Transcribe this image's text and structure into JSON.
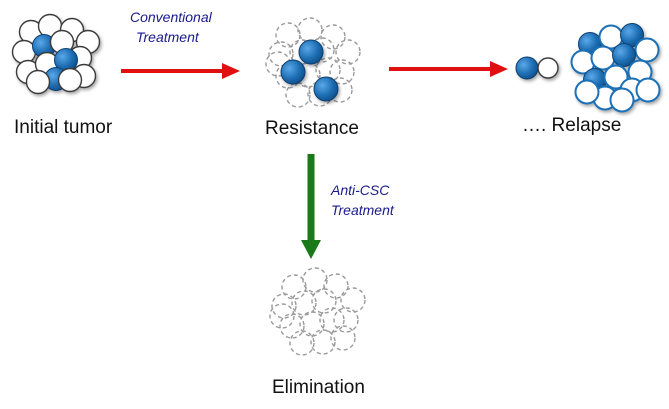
{
  "diagram": {
    "stages": {
      "initial": "Initial tumor",
      "resistance": "Resistance",
      "relapse": "…. Relapse",
      "elimination": "Elimination"
    },
    "treatments": {
      "conventional": [
        "Conventional",
        "Treatment"
      ],
      "anti_csc": [
        "Anti-CSC",
        "Treatment"
      ]
    },
    "colors": {
      "csc_cell": "#1f6fb5",
      "normal_cell_fill": "#ffffff",
      "normal_cell_stroke": "#3a3a3a",
      "dead_cell_stroke": "#9a9a9a",
      "conventional_arrow": "#e01010",
      "anti_csc_arrow": "#1a7a1a",
      "treatment_text": "#1a1a8c"
    }
  }
}
